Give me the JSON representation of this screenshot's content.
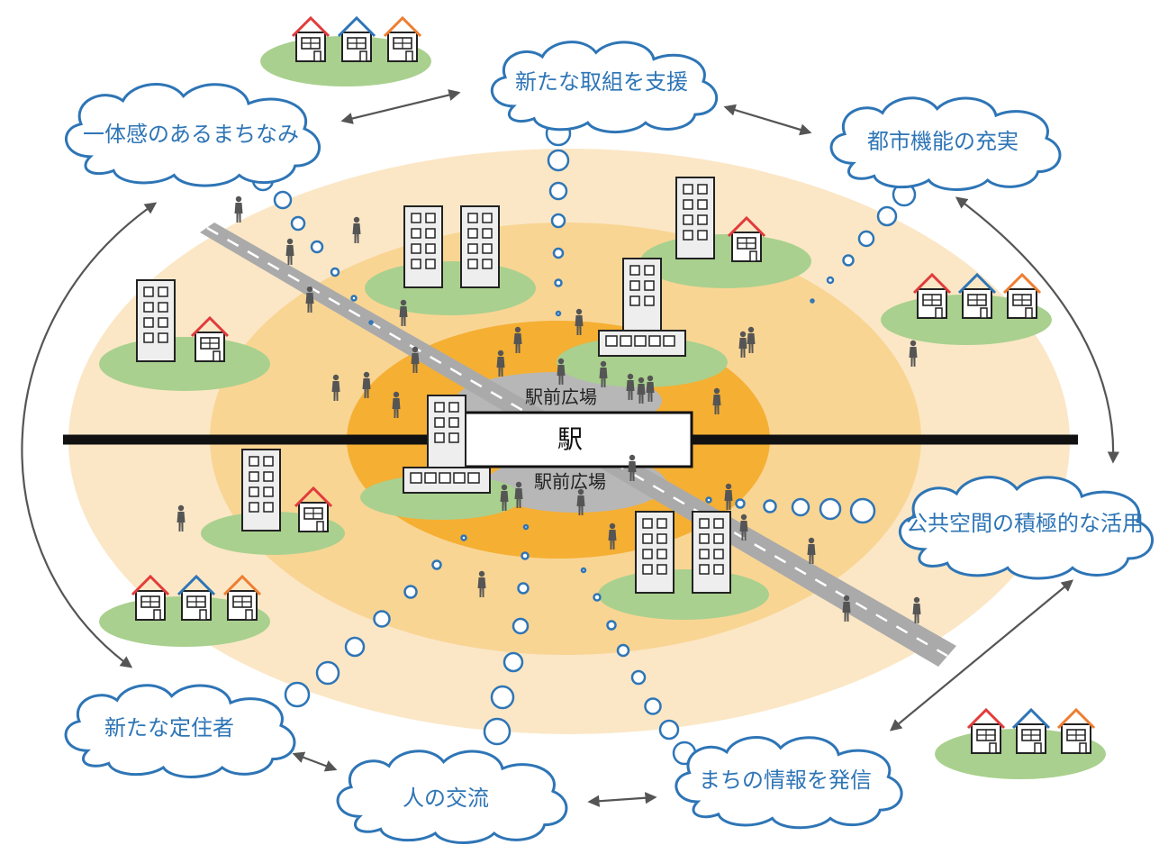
{
  "station": {
    "label": "駅",
    "plaza_labels": [
      "駅前広場",
      "駅前広場"
    ]
  },
  "goals": [
    {
      "id": "unity",
      "label": "一体感のあるまちなみ"
    },
    {
      "id": "support",
      "label": "新たな取組を支援"
    },
    {
      "id": "urban",
      "label": "都市機能の充実"
    },
    {
      "id": "public",
      "label": "公共空間の積極的な活用"
    },
    {
      "id": "info",
      "label": "まちの情報を発信"
    },
    {
      "id": "exchange",
      "label": "人の交流"
    },
    {
      "id": "residents",
      "label": "新たな定住者"
    }
  ],
  "colors": {
    "zone_outer": "#fbe7c6",
    "zone_middle": "#f9d594",
    "zone_inner": "#f5af33",
    "plaza": "#b7b7b7",
    "green_lot": "#a9d08e",
    "rail": "#111111",
    "road": "#aaaaaa",
    "cloud_stroke": "#2e75b6",
    "cloud_text": "#2e75b6",
    "arrow": "#555555",
    "roof_red": "#e23b3b",
    "roof_blue": "#2e75b6",
    "roof_orange": "#ee7d31",
    "person": "#555555"
  }
}
